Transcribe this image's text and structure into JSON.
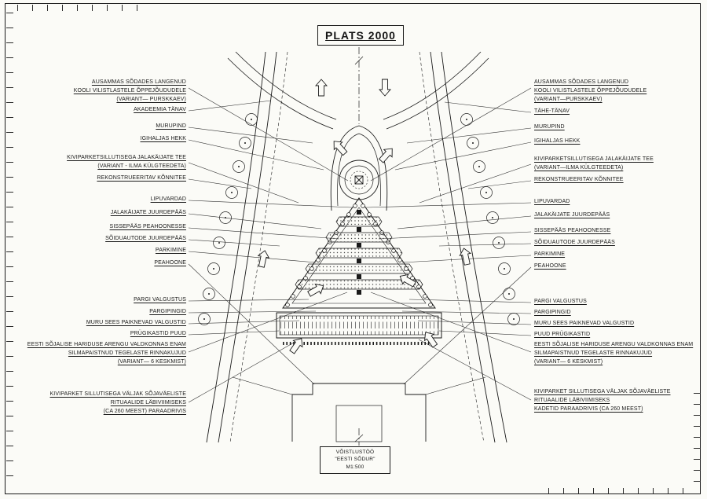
{
  "title": "PLATS 2000",
  "footer": {
    "competition": "VÕISTLUSTÖÖ",
    "entry": "\"EESTI SÕDUR\"",
    "scale": "M1:500"
  },
  "labels": {
    "left": [
      {
        "text": "AUSAMMAS SÕDADES LANGENUD\nKOOLI VILISTLASTELE ÕPPEJÕUDUDELE\n(VARIANT— PURSKKAEV)"
      },
      {
        "text": "AKADEEMIA TÄNAV"
      },
      {
        "text": "MURUPIND"
      },
      {
        "text": "IGIHALJAS HEKK"
      },
      {
        "text": "KIVIPARKETSILLUTISEGA JALAKÄIJATE TEE\n(VARIANT - ILMA KÜLGTEEDETA)"
      },
      {
        "text": "REKONSTRUEERITAV KÕNNITEE"
      },
      {
        "text": "LIPUVARDAD"
      },
      {
        "text": "JALAKÄIJATE JUURDEPÄÄS"
      },
      {
        "text": "SISSEPÄÄS PEAHOONESSE"
      },
      {
        "text": "SÕIDUAUTODE JUURDEPÄÄS"
      },
      {
        "text": "PARKIMINE"
      },
      {
        "text": "PEAHOONE"
      },
      {
        "text": "PARGI VALGUSTUS"
      },
      {
        "text": "PARGIPINGID"
      },
      {
        "text": "MURU SEES PAIKNEVAD VALGUSTID"
      },
      {
        "text": "PRÜGIKASTID PUUD"
      },
      {
        "text": "EESTI SÕJALISE HARIDUSE ARENGU VALDKONNAS ENAM\nSILMAPAISTNUD TEGELASTE RINNAKUJUD\n(VARIANT— 6 KESKMIST)"
      },
      {
        "text": "KIVIPARKET SILLUTISEGA VÄLJAK SÕJAVÄELISTE\nRITUAALIDE LÄBIVIIMISEKS\n(CA 260 MEEST) PARAADRIVIS"
      }
    ],
    "right": [
      {
        "text": "AUSAMMAS SÕDADES LANGENUD\nKOOLI VILISTLASTELE ÕPPEJÕUDUDELE\n(VARIANT—PURSKKAEV)"
      },
      {
        "text": "TÄHE-TÄNAV"
      },
      {
        "text": "MURUPIND"
      },
      {
        "text": "IGIHALJAS HEKK"
      },
      {
        "text": "KIVIPARKETSILLUTISEGA JALAKÄIJATE TEE\n(VARIANT—ILMA KÜLGTEEDETA)"
      },
      {
        "text": "REKONSTRUEERITAV KÕNNITEE"
      },
      {
        "text": "LIPUVARDAD"
      },
      {
        "text": "JALAKÄIJATE JUURDEPÄÄS"
      },
      {
        "text": "SISSEPÄÄS PEAHOONESSE"
      },
      {
        "text": "SÕIDUAUTODE JUURDEPÄÄS"
      },
      {
        "text": "PARKIMINE"
      },
      {
        "text": "PEAHOONE"
      },
      {
        "text": "PARGI VALGUSTUS"
      },
      {
        "text": "PARGIPINGID"
      },
      {
        "text": "MURU SEES PAIKNEVAD VALGUSTID"
      },
      {
        "text": "PUUD PRÜGIKASTID"
      },
      {
        "text": "EESTI SÕJALISE HARIDUSE ARENGU VALDKONNAS ENAM\nSILMAPAISTNUD TEGELASTE RINNAKUJUD\n(VARIANT— 6 KESKMIST)"
      },
      {
        "text": "KIVIPARKET SILLUTISEGA VÄLJAK SÕJAVÄELISTE\nRITUAALIDE LÄBIVIIMISEKS\nKADETID PARAADRIVIS (CA 260 MEEST)"
      }
    ]
  }
}
